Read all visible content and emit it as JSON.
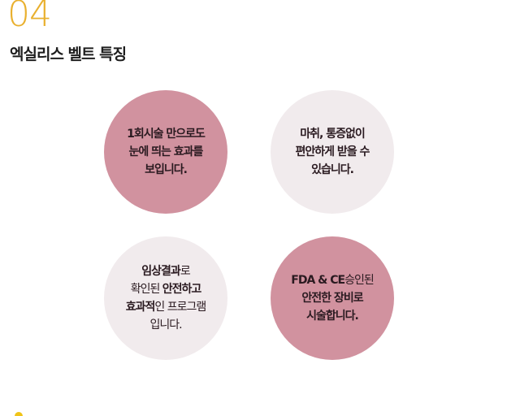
{
  "header": {
    "section_number": "04",
    "title": "엑실리스 벨트 특징"
  },
  "features": [
    {
      "style": "dark",
      "lines": [
        [
          {
            "t": "1회시술 만으로도",
            "w": "b"
          }
        ],
        [
          {
            "t": "눈에 띄는 효과를",
            "w": "b"
          }
        ],
        [
          {
            "t": "보입니다.",
            "w": "b"
          }
        ]
      ]
    },
    {
      "style": "light",
      "lines": [
        [
          {
            "t": "마취, 통증없이",
            "w": "b"
          }
        ],
        [
          {
            "t": "편안하게 받을 수",
            "w": "b"
          }
        ],
        [
          {
            "t": "있습니다.",
            "w": "b"
          }
        ]
      ]
    },
    {
      "style": "light",
      "lines": [
        [
          {
            "t": "임상결과",
            "w": "b"
          },
          {
            "t": "로",
            "w": "n"
          }
        ],
        [
          {
            "t": "확인된 ",
            "w": "n"
          },
          {
            "t": "안전하고",
            "w": "b"
          }
        ],
        [
          {
            "t": "효과적",
            "w": "b"
          },
          {
            "t": "인 프로그램",
            "w": "n"
          }
        ],
        [
          {
            "t": "입니다.",
            "w": "n"
          }
        ]
      ]
    },
    {
      "style": "dark",
      "lines": [
        [
          {
            "t": "FDA & CE",
            "w": "b"
          },
          {
            "t": "승인된",
            "w": "n"
          }
        ],
        [
          {
            "t": "안전한 장비로",
            "w": "b"
          }
        ],
        [
          {
            "t": "시술합니다.",
            "w": "b"
          }
        ]
      ]
    }
  ],
  "colors": {
    "accent": "#e9b02e",
    "circle_dark": "#d1929f",
    "circle_light": "#f1ebed",
    "text": "#2a1a20"
  }
}
